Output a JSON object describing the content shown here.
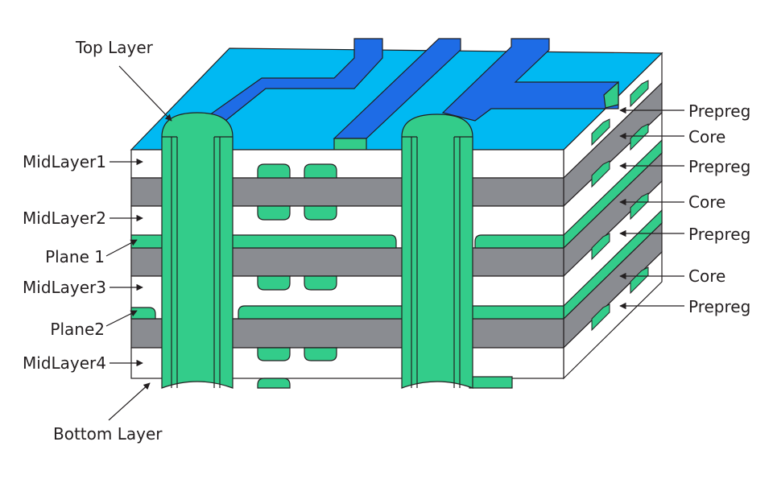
{
  "labels": {
    "top_layer": "Top Layer",
    "bottom_layer": "Bottom Layer",
    "midlayer1": "MidLayer1",
    "midlayer2": "MidLayer2",
    "midlayer3": "MidLayer3",
    "midlayer4": "MidLayer4",
    "plane1": "Plane 1",
    "plane2": "Plane2",
    "prepreg_1": "Prepreg",
    "core_1": "Core",
    "prepreg_2": "Prepreg",
    "core_2": "Core",
    "prepreg_3": "Prepreg",
    "core_3": "Core",
    "prepreg_4": "Prepreg"
  },
  "colors": {
    "top_surface": "#00b9f2",
    "trace": "#1e6ce6",
    "trace_dark": "#1548b0",
    "copper_green": "#33cc8a",
    "core_gray": "#8a8c91",
    "outline": "#231f20",
    "prepreg_white": "#ffffff"
  }
}
